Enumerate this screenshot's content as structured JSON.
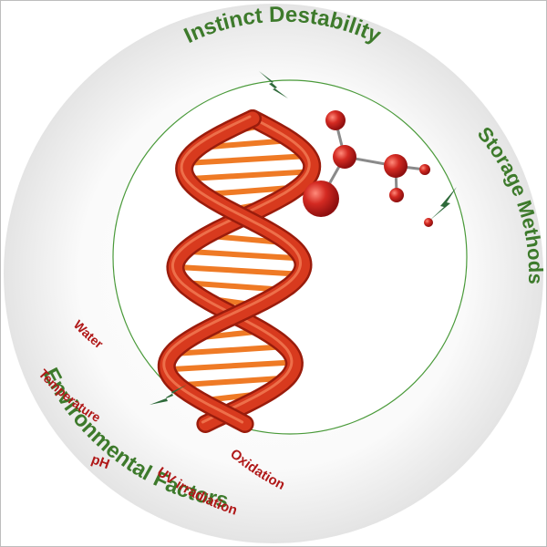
{
  "labels": {
    "instinct": "Instinct Destability",
    "storage": "Storage Methods",
    "environmental": "Environmental Factors",
    "water": "Water",
    "temperature": "Temperature",
    "ph": "pH",
    "uv": "UV irradiation",
    "oxidation": "Oxidation"
  },
  "colors": {
    "heading_green": "#3d7a2b",
    "factor_red": "#b01818",
    "outer_disc": "#ebebeb",
    "inner_circle_stroke": "#4a9a3a",
    "dna_strand": "#d83a1e",
    "dna_rung": "#ef7a25",
    "molecule": "#cc1f1f",
    "lightning": "#2e6a3a"
  },
  "icons": [
    "dna-helix-icon",
    "molecule-icon",
    "lightning-bolt-icon"
  ]
}
